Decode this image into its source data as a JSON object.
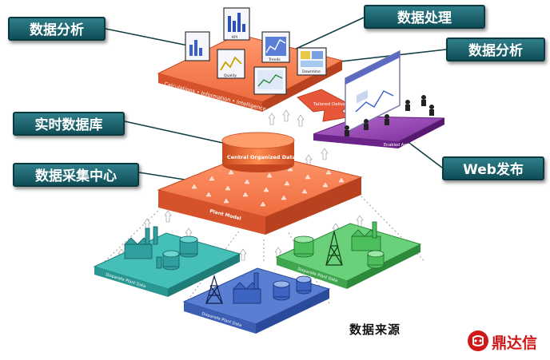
{
  "callouts": {
    "analysis_top_left": "数据分析",
    "processing": "数据处理",
    "analysis_right": "数据分析",
    "realtime_db": "实时数据库",
    "collection_center": "数据采集中心",
    "web_publish": "Web发布"
  },
  "top_platform": {
    "side_label": "Calculations • Information • Intelligence",
    "cards": [
      "KPI",
      "Quality",
      "Trends",
      "Downtime"
    ]
  },
  "tailored_label": "Tailored Delivery",
  "web_panel": {
    "side_label": "Enabled Apps"
  },
  "core": {
    "database_label": "Central Organized Data",
    "plant_model_label": "Plant Model"
  },
  "sources": {
    "plant_labels": [
      "Disparate Plant Data",
      "Disparate Plant Data",
      "Disparate Plant Data"
    ],
    "caption": "数据来源"
  },
  "logo": {
    "text": "鼎达信"
  },
  "colors": {
    "callout": "#1f6a74",
    "platform_orange": "#f06a40",
    "purple": "#8d3fa8",
    "plant_teal": "#3fb7b0",
    "plant_blue": "#4a6fc4",
    "plant_green": "#5cc46a",
    "logo_red": "#d01818"
  }
}
